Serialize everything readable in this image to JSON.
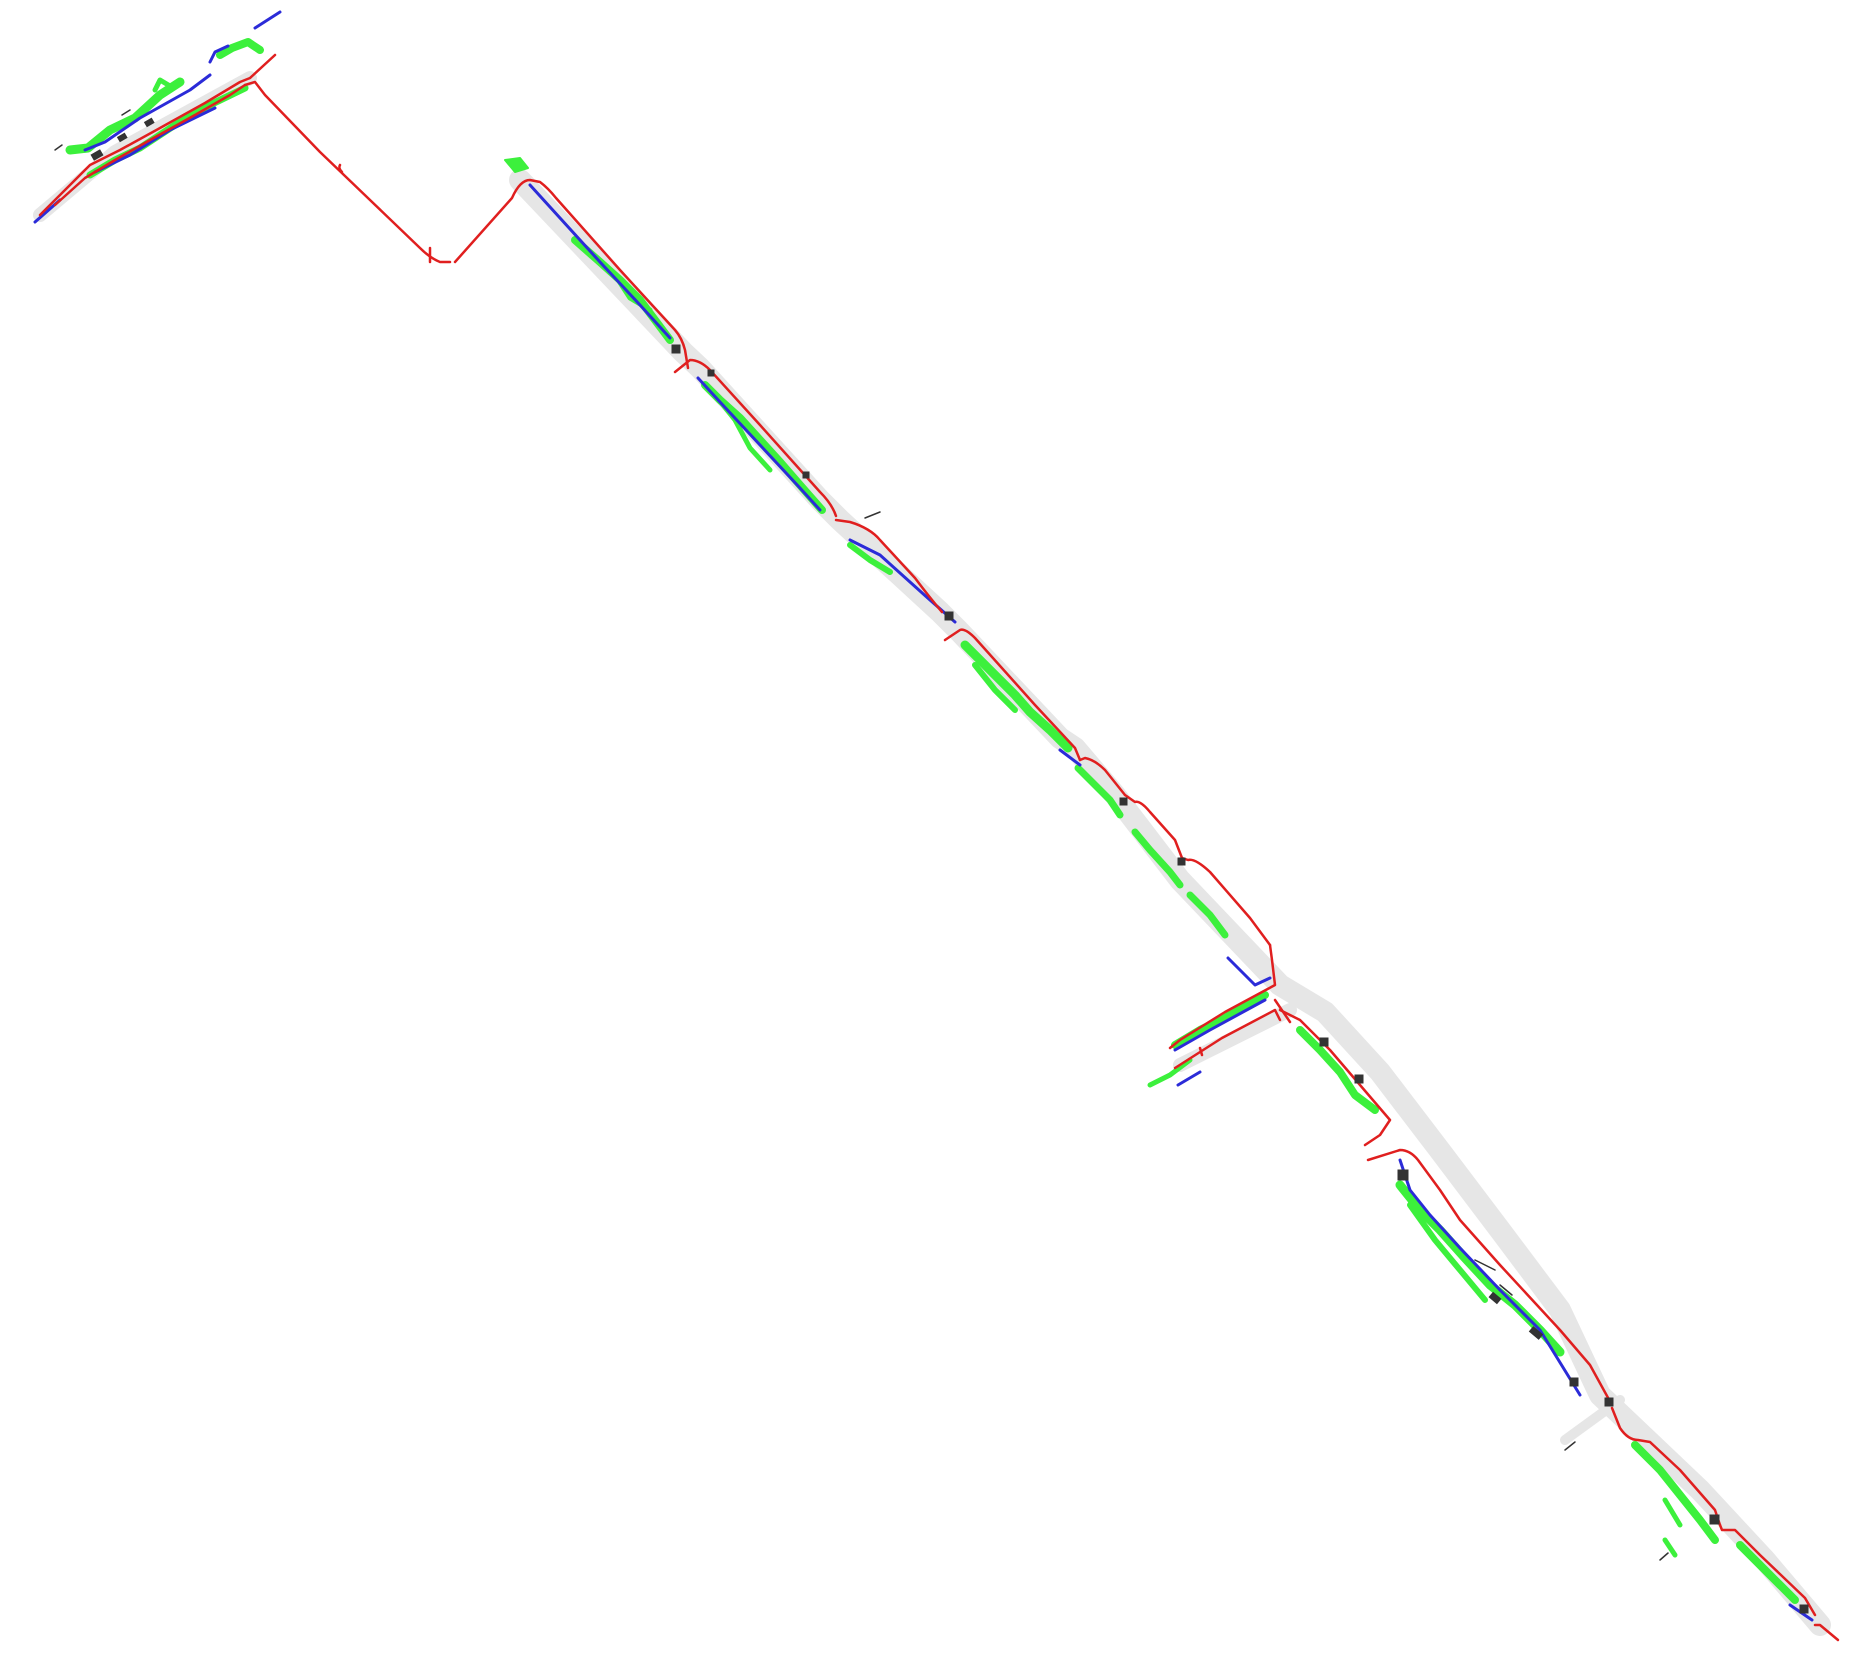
{
  "map": {
    "background": "#ffffff",
    "layers": [
      {
        "name": "road-centerline",
        "color": "#e01f1f"
      },
      {
        "name": "road-edge",
        "color": "#2b2bd8"
      },
      {
        "name": "vegetation",
        "color": "#3cf03c"
      },
      {
        "name": "objects",
        "color": "#333333"
      },
      {
        "name": "pavement",
        "color": "#e6e6e6"
      }
    ]
  }
}
